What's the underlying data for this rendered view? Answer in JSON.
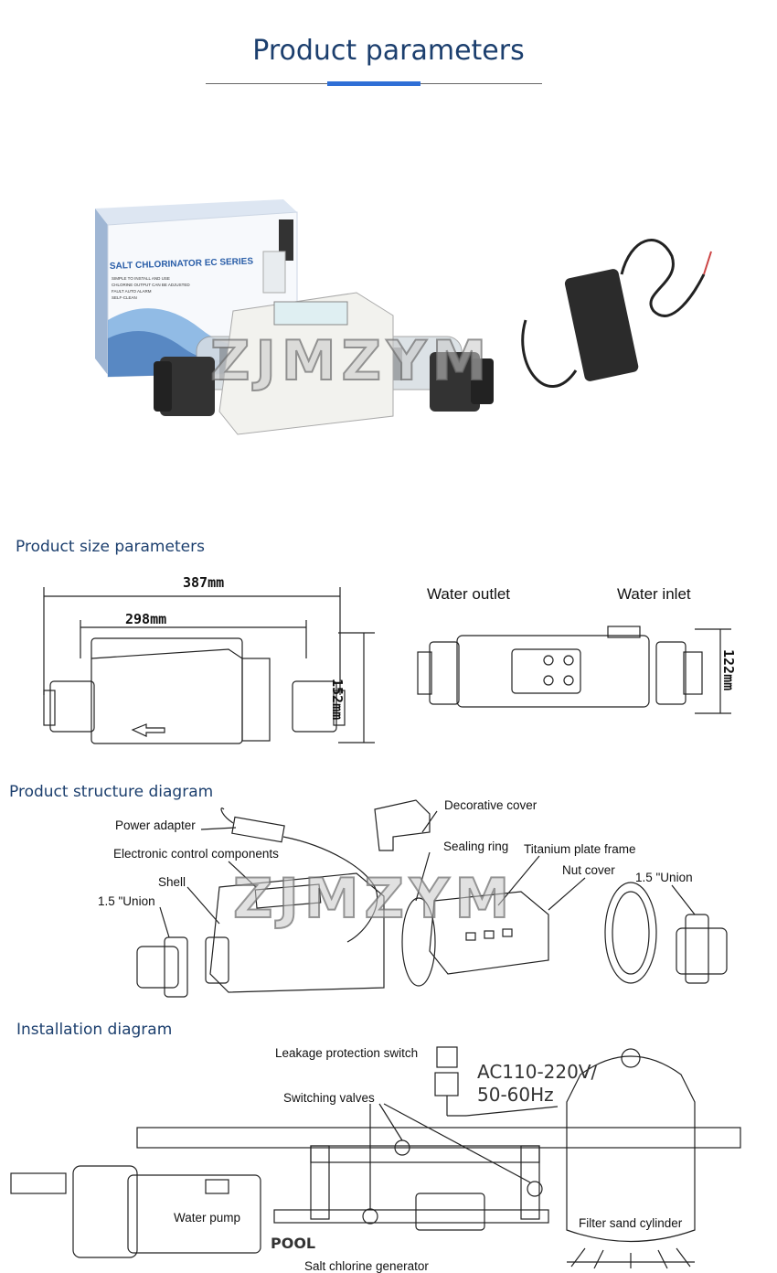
{
  "header": {
    "title": "Product parameters"
  },
  "watermark": {
    "text": "ZJMZYM"
  },
  "product_photo": {
    "box_title": "SALT CHLORINATOR EC SERIES",
    "box_features": [
      "SIMPLE TO INSTALL AND USE",
      "CHLORINE OUTPUT CAN BE ADJUSTED",
      "FAULT AUTO ALARM",
      "SELF-CLEAN"
    ]
  },
  "size_section": {
    "title": "Product size parameters",
    "length_total": "387mm",
    "length_body": "298mm",
    "height": "152mm",
    "width": "122mm",
    "water_outlet": "Water outlet",
    "water_inlet": "Water inlet"
  },
  "structure_section": {
    "title": "Product structure diagram",
    "labels": {
      "power_adapter": "Power adapter",
      "electronic_control": "Electronic control components",
      "shell": "Shell",
      "union_left": "1.5 \"Union",
      "decorative_cover": "Decorative cover",
      "sealing_ring": "Sealing ring",
      "titanium_plate_frame": "Titanium plate frame",
      "nut_cover": "Nut cover",
      "union_right": "1.5 \"Union"
    }
  },
  "installation_section": {
    "title": "Installation diagram",
    "labels": {
      "leakage_switch": "Leakage protection switch",
      "voltage_line1": "AC110-220V/",
      "voltage_line2": "50-60Hz",
      "switching_valves": "Switching valves",
      "water_pump": "Water pump",
      "pool": "POOL",
      "filter": "Filter sand cylinder",
      "generator": "Salt chlorine generator"
    }
  },
  "colors": {
    "title": "#1c3f6e",
    "accent": "#2f6fd6",
    "box_blue": "#2a5ea8"
  }
}
